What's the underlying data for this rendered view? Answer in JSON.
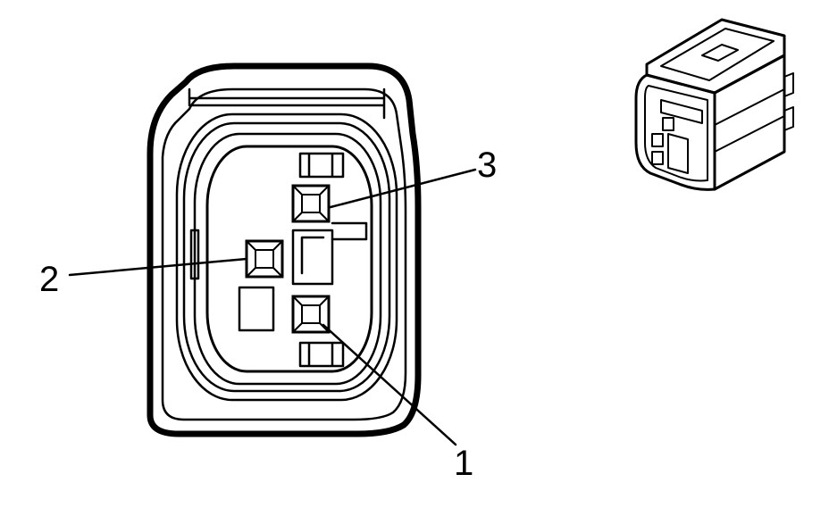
{
  "diagram": {
    "callouts": [
      {
        "label": "1",
        "target": "terminal-cavity-1"
      },
      {
        "label": "2",
        "target": "terminal-cavity-2"
      },
      {
        "label": "3",
        "target": "terminal-cavity-3"
      }
    ]
  },
  "colors": {
    "stroke": "#000000",
    "background": "#ffffff"
  }
}
